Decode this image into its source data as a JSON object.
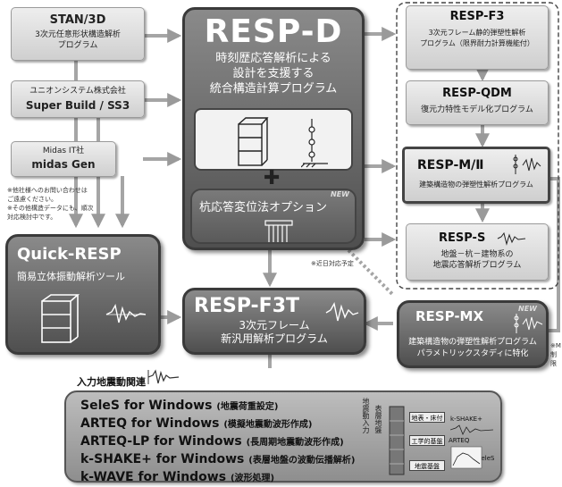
{
  "stan3d": {
    "title": "STAN/3D",
    "desc": "3次元任意形状構造解析\nプログラム"
  },
  "superbuild": {
    "company": "ユニオンシステム株式会社",
    "title": "Super Build / SS3"
  },
  "midas": {
    "company": "Midas IT社",
    "title": "midas Gen"
  },
  "contact_note": "※他社様へのお問い合わせは\nご遠慮ください。\n※その他構造データにも、順次\n対応検討中です。",
  "respd": {
    "title": "RESP-D",
    "desc": "時刻歴応答解析による\n設計を支援する\n統合構造計算プログラム"
  },
  "plus_sign": "✚",
  "pile_option": {
    "label": "杭応答変位法オプション",
    "badge": "NEW"
  },
  "planned_note": "※近日対応予定",
  "quickresp": {
    "title": "Quick-RESP",
    "desc": "簡易立体振動解析ツール"
  },
  "respf3t": {
    "title": "RESP-F3T",
    "desc": "3次元フレーム\n新汎用解析プログラム"
  },
  "respf3": {
    "title": "RESP-F3",
    "desc": "3次元フレーム静的弾塑性解析\nプログラム（限界耐力計算機能付）"
  },
  "respqdm": {
    "title": "RESP-QDM",
    "desc": "復元力特性モデル化プログラム"
  },
  "respm2": {
    "title": "RESP-M/Ⅱ",
    "desc": "建築構造物の弾塑性解析プログラム"
  },
  "resps": {
    "title": "RESP-S",
    "desc": "地盤－杭－建物系の\n地震応答解析プログラム"
  },
  "respmx": {
    "title": "RESP-MX",
    "badge": "NEW",
    "desc": "建築構造物の弾塑性解析プログラム\nパラメトリックスタディに特化"
  },
  "right_cut_note": "※M\n制限",
  "input_section": {
    "title": "入力地震動関連"
  },
  "windows_list": [
    {
      "name": "SeleS for Windows",
      "desc": "(地震荷重設定)"
    },
    {
      "name": "ARTEQ for Windows",
      "desc": "(模擬地震動波形作成)"
    },
    {
      "name": "ARTEQ-LP for Windows",
      "desc": "(長周期地震動波形作成)"
    },
    {
      "name": "k-SHAKE+ for Windows",
      "desc": "(表層地盤の波動伝播解析)"
    },
    {
      "name": "k-WAVE for Windows",
      "desc": "(波形処理)"
    }
  ],
  "mini_diagram": {
    "vert1": "地震動入力",
    "vert2": "表層地盤",
    "box1": "地表・床付",
    "box2": "工学的基盤",
    "box3": "地震基盤",
    "lbl_kshake": "k-SHAKE+",
    "lbl_arteq": "ARTEQ",
    "lbl_seles": "SeleS"
  },
  "colors": {
    "dark_box": "#5a5a5a",
    "arrow": "#9a9a9a",
    "accent_white": "#ffffff"
  }
}
